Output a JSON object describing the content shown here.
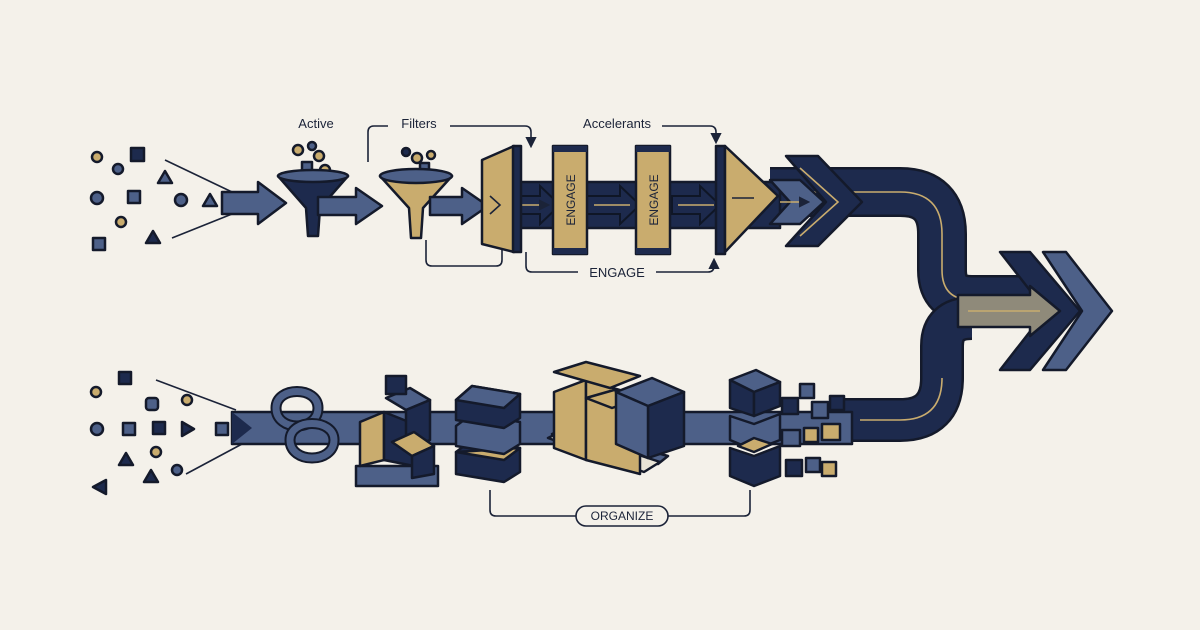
{
  "labels": {
    "active": "Active",
    "filters": "Filters",
    "accelerants": "Accelerants",
    "engage_bottom": "ENGAGE",
    "engage_panel_1": "ENGAGE",
    "engage_panel_2": "ENGAGE",
    "organize": "ORGANIZE"
  },
  "colors": {
    "background": "#f4f1ea",
    "navy": "#1d2a4d",
    "slate": "#4d6088",
    "gold": "#c9ac6e",
    "ink": "#141a2b"
  }
}
